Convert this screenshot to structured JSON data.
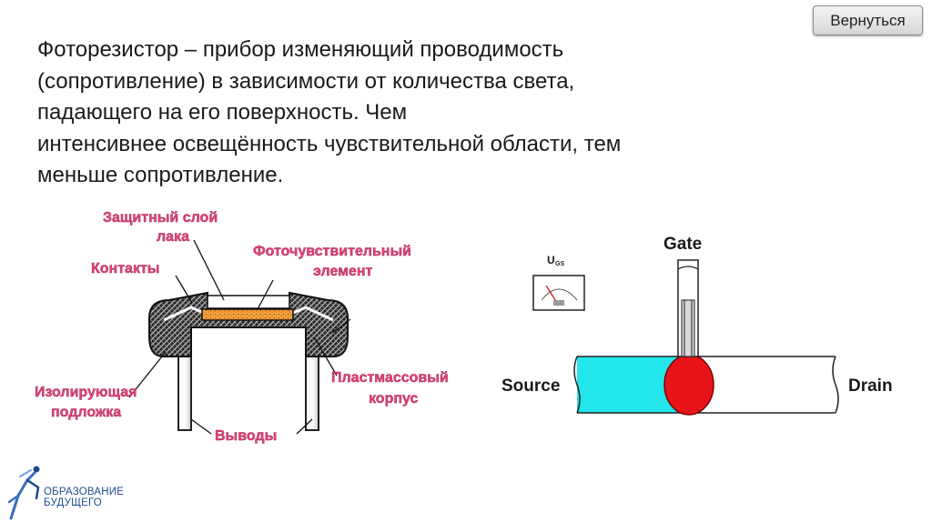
{
  "header": {
    "back_button": "Вернуться"
  },
  "slide_text": {
    "line1": "Фоторезистор – прибор изменяющий проводимость",
    "line2": "(сопротивление) в зависимости от количества света,",
    "line3": "падающего на его поверхность. Чем",
    "line4": "интенсивнее освещённость чувствительной области, тем",
    "line5": "меньше сопротивление."
  },
  "photoresistor": {
    "label_protective_1": "Защитный слой",
    "label_protective_2": "лака",
    "label_photo_1": "Фоточувствительный",
    "label_photo_2": "элемент",
    "label_contacts": "Контакты",
    "label_plastic_1": "Пластмассовый",
    "label_plastic_2": "корпус",
    "label_insulating_1": "Изолирующая",
    "label_insulating_2": "подложка",
    "label_leads": "Выводы"
  },
  "transistor": {
    "gate": "Gate",
    "source": "Source",
    "drain": "Drain",
    "meter_u": "U",
    "meter_sub": "GS",
    "colors": {
      "channel": "#22e6ea",
      "region": "#e8141a"
    }
  },
  "logo": {
    "line1": "ОБРАЗОВАНИЕ",
    "line2": "БУДУЩЕГО"
  }
}
